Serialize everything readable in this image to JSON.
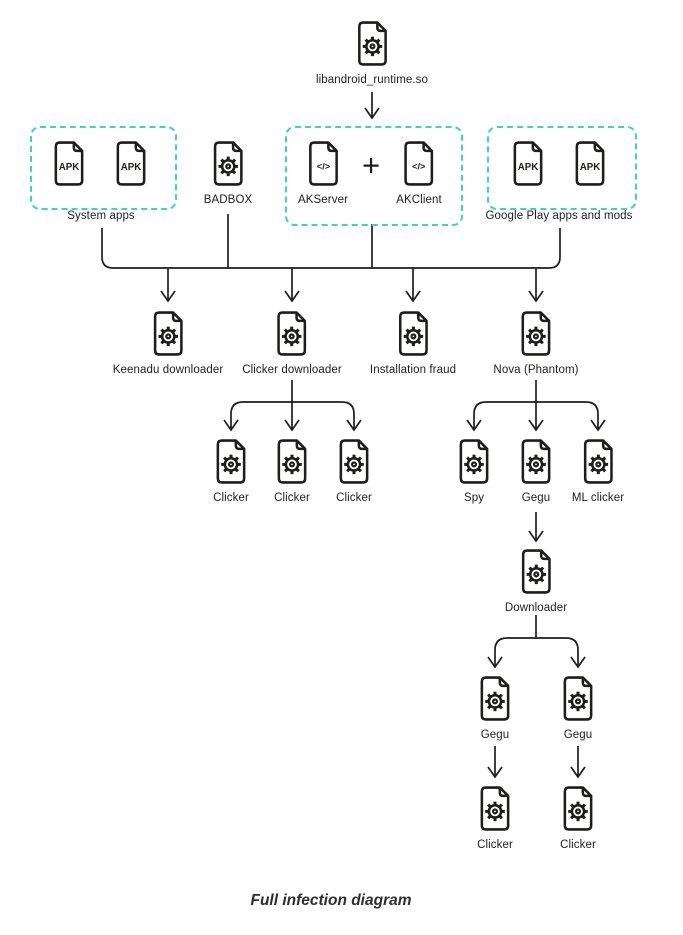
{
  "caption": "Full infection diagram",
  "colors": {
    "stroke": "#1d1d1b",
    "teal_dash": "#3ed3c1",
    "background": "#ffffff"
  },
  "icons": {
    "apk_label": "APK",
    "code_label": "</>",
    "plus": "+"
  },
  "nodes": {
    "root": {
      "label": "libandroid_runtime.so"
    },
    "groups": {
      "system_apps": {
        "label": "System apps"
      },
      "badbox": {
        "label": "BADBOX"
      },
      "akserver": {
        "label": "AKServer"
      },
      "akclient": {
        "label": "AKClient"
      },
      "google_play": {
        "label": "Google Play apps and mods"
      }
    },
    "row3": [
      {
        "label": "Keenadu downloader"
      },
      {
        "label": "Clicker downloader"
      },
      {
        "label": "Installation fraud"
      },
      {
        "label": "Nova (Phantom)"
      }
    ],
    "clicker_children": [
      {
        "label": "Clicker"
      },
      {
        "label": "Clicker"
      },
      {
        "label": "Clicker"
      }
    ],
    "nova_children": [
      {
        "label": "Spy"
      },
      {
        "label": "Gegu"
      },
      {
        "label": "ML clicker"
      }
    ],
    "downloader": {
      "label": "Downloader"
    },
    "gegu_children": [
      {
        "label": "Gegu"
      },
      {
        "label": "Gegu"
      }
    ],
    "clicker_leaves": [
      {
        "label": "Clicker"
      },
      {
        "label": "Clicker"
      }
    ]
  }
}
